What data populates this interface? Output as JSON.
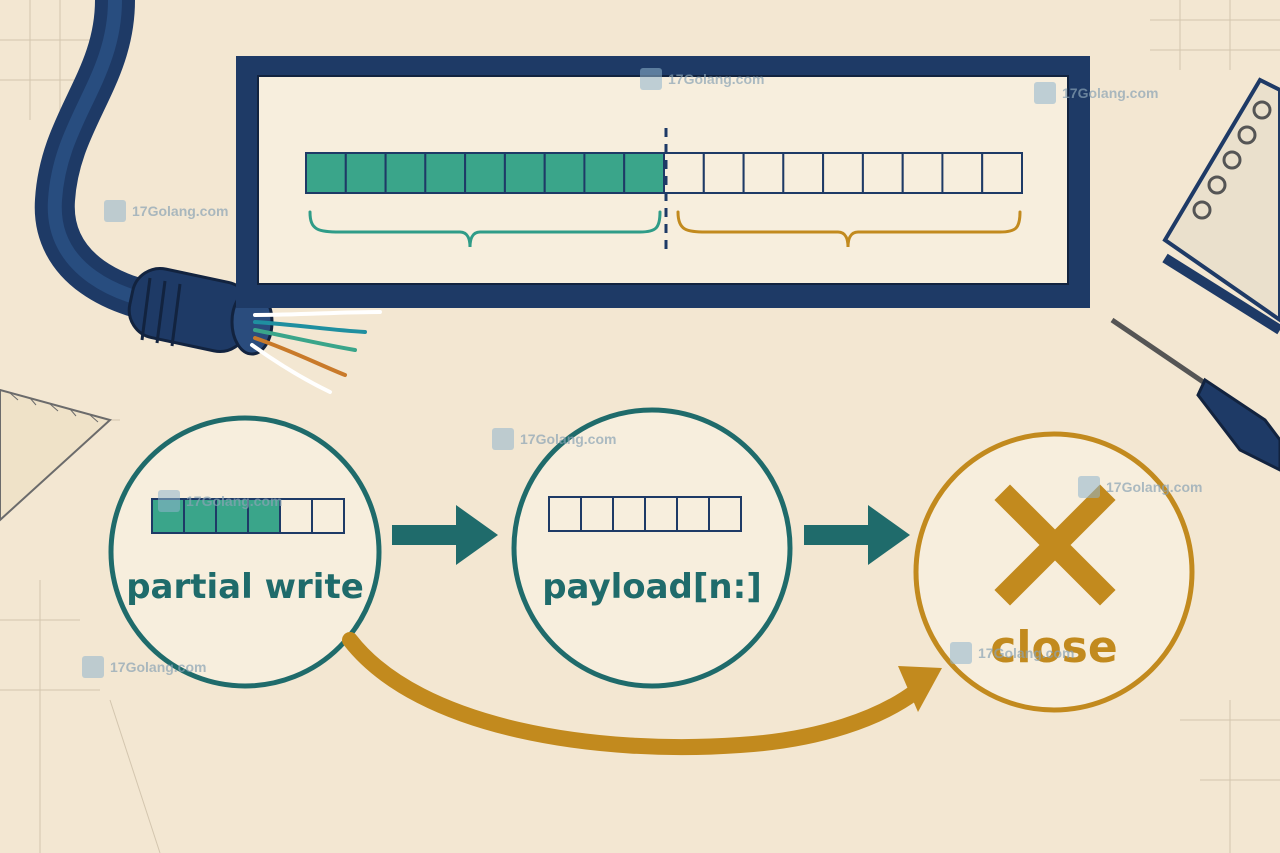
{
  "buffer": {
    "total_cells": 18,
    "written_cells": 9
  },
  "steps": [
    {
      "id": "partial-write",
      "label": "partial write",
      "mini_cells": 6,
      "mini_filled": 4
    },
    {
      "id": "payload-slice",
      "label": "payload[n:]",
      "mini_cells": 6,
      "mini_filled": 0
    },
    {
      "id": "close",
      "label": "close",
      "icon": "x-icon"
    }
  ],
  "watermark": {
    "text": "17Golang.com",
    "icon": "17golang-logo-icon"
  },
  "colors": {
    "navy": "#1e3a66",
    "teal": "#3aa58a",
    "teal_dark": "#1f6b6b",
    "ochre": "#c28a1e",
    "paper": "#f3e7d2"
  },
  "decor_icons": [
    "cable-icon",
    "notebook-icon",
    "screwdriver-icon",
    "ruler-icon"
  ]
}
